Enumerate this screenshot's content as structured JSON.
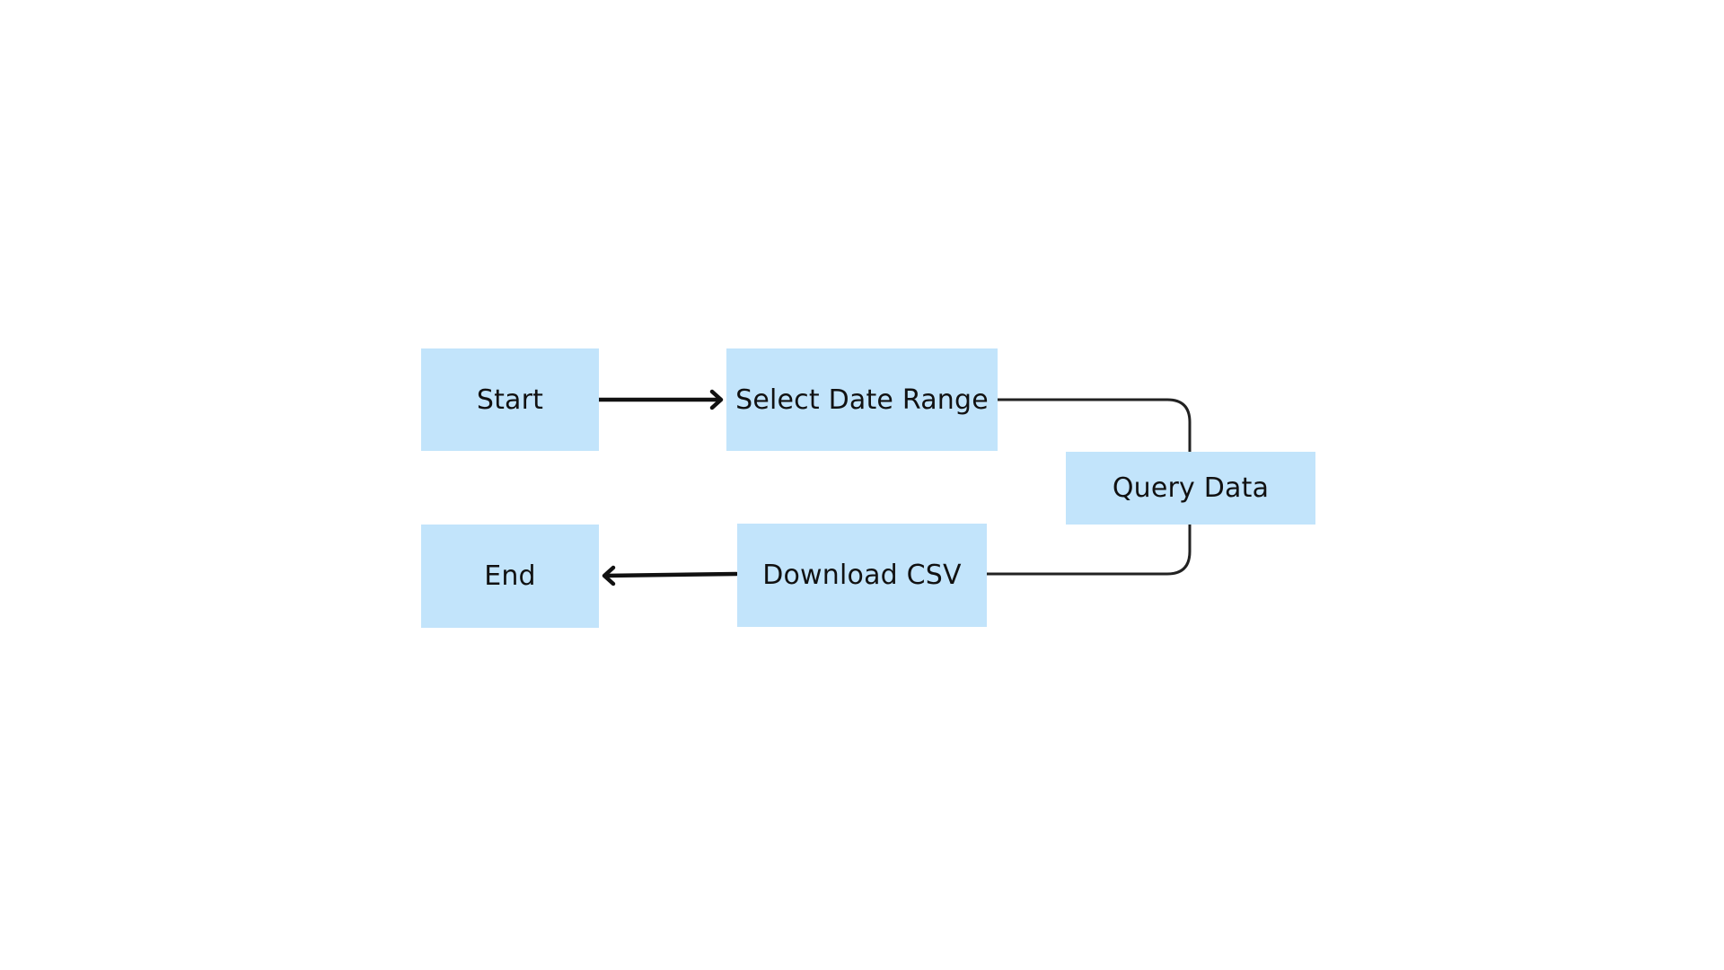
{
  "diagram": {
    "nodes": [
      {
        "id": "start",
        "label": "Start"
      },
      {
        "id": "select",
        "label": "Select Date Range"
      },
      {
        "id": "query",
        "label": "Query Data"
      },
      {
        "id": "download",
        "label": "Download CSV"
      },
      {
        "id": "end",
        "label": "End"
      }
    ],
    "edges": [
      {
        "from": "start",
        "to": "select",
        "arrow": true
      },
      {
        "from": "select",
        "to": "query",
        "arrow": false
      },
      {
        "from": "query",
        "to": "download",
        "arrow": false
      },
      {
        "from": "download",
        "to": "end",
        "arrow": true
      }
    ],
    "colors": {
      "node_fill": "#c2e4fb",
      "edge_stroke": "#111111",
      "text": "#111111",
      "background": "#ffffff"
    }
  }
}
